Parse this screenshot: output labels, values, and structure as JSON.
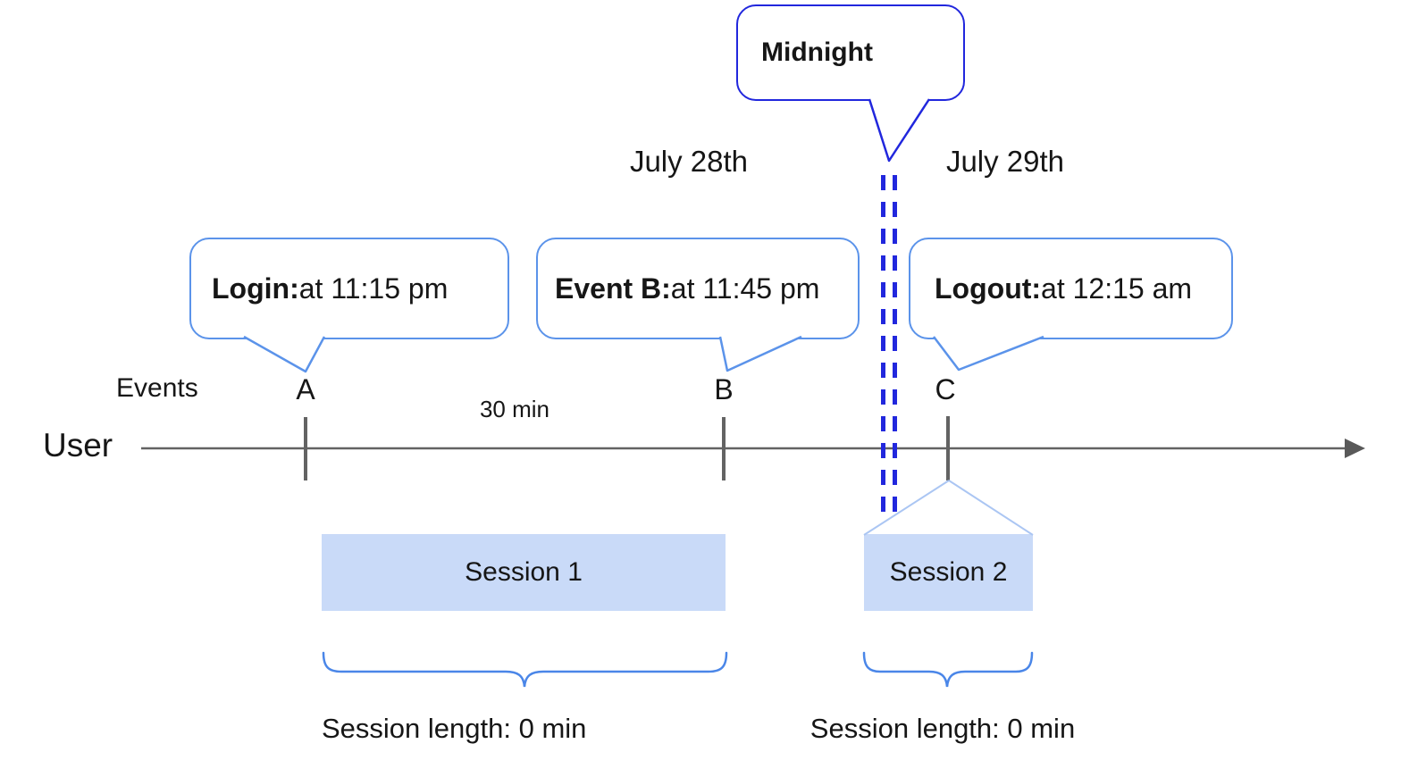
{
  "diagram": {
    "user_label": "User",
    "events_axis_label": "Events",
    "interval_label": "30 min",
    "dates": {
      "left": "July 28th",
      "right": "July 29th"
    },
    "midnight_callout": {
      "label": "Midnight"
    },
    "events": [
      {
        "label": "A",
        "callout_bold": "Login:",
        "callout_rest": " at 11:15 pm"
      },
      {
        "label": "B",
        "callout_bold": "Event B:",
        "callout_rest": " at 11:45 pm"
      },
      {
        "label": "C",
        "callout_bold": "Logout:",
        "callout_rest": " at 12:15 am"
      }
    ],
    "sessions": [
      {
        "label": "Session 1",
        "length_label": "Session length: 0 min"
      },
      {
        "label": "Session 2",
        "length_label": "Session length: 0 min"
      }
    ],
    "colors": {
      "midnight_blue": "#2127dd",
      "bubble_border_blue": "#5b93ea",
      "brace_blue": "#4a86e8",
      "funnel_light_blue": "#abc6f3",
      "session_fill": "#c9daf8",
      "axis_gray": "#636363",
      "text": "#161616"
    }
  }
}
